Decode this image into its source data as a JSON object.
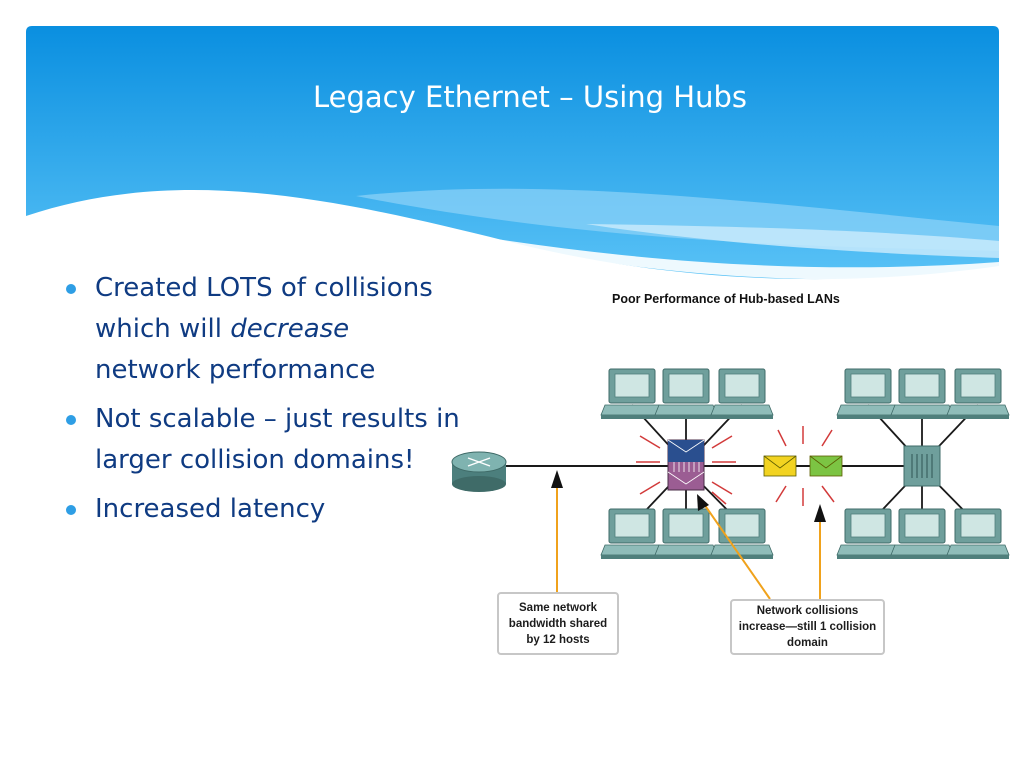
{
  "slide": {
    "title": "Legacy Ethernet – Using Hubs",
    "colors": {
      "banner_top": "#0a8fe0",
      "banner_bottom": "#5cc0f5",
      "text": "#0f3b82",
      "bullet": "#2e9ee5"
    }
  },
  "bullets": [
    {
      "pre": "Created LOTS of collisions",
      "line2": "which will ",
      "emph": "decrease",
      "line3": "network performance"
    },
    {
      "text": "Not scalable – just results in larger collision domains!"
    },
    {
      "text": "Increased latency"
    }
  ],
  "figure": {
    "title": "Poor Performance of Hub-based LANs",
    "callout_left": [
      "Same network",
      "bandwidth shared",
      "by 12 hosts"
    ],
    "callout_right": [
      "Network collisions",
      "increase—still 1 collision",
      "domain"
    ],
    "icons": [
      "router-icon",
      "hub-icon",
      "pc-icon",
      "envelope-icon"
    ]
  }
}
